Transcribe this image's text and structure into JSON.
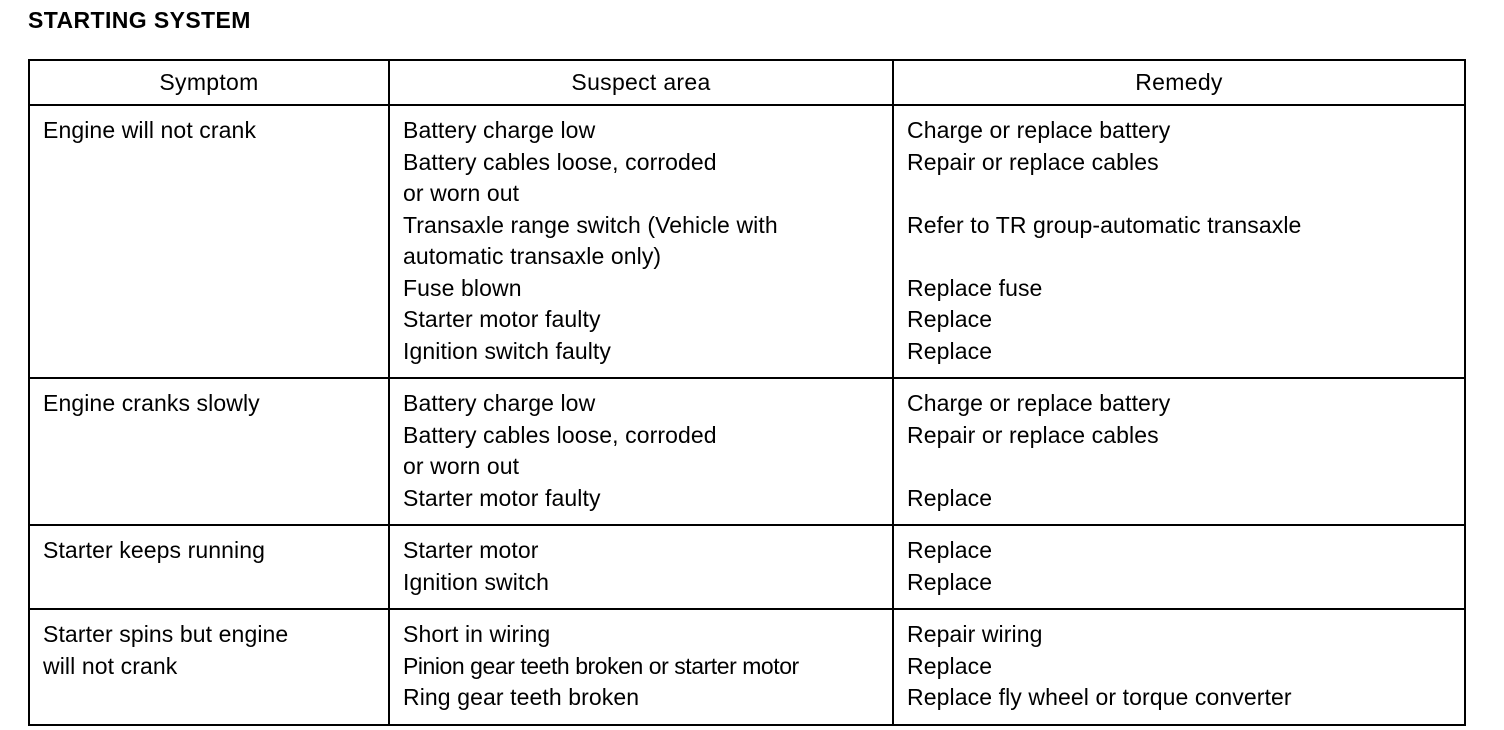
{
  "document": {
    "section_title": "STARTING SYSTEM"
  },
  "table": {
    "headers": {
      "symptom": "Symptom",
      "suspect": "Suspect area",
      "remedy": "Remedy"
    },
    "rows": [
      {
        "symptom": [
          "Engine will not crank"
        ],
        "suspect": [
          "Battery charge low",
          "Battery cables loose, corroded",
          "or worn out",
          "Transaxle range switch (Vehicle with",
          "automatic transaxle only)",
          "Fuse blown",
          "Starter motor faulty",
          "Ignition switch faulty"
        ],
        "remedy": [
          "Charge or replace battery",
          "Repair or replace cables",
          "",
          "Refer to TR group-automatic transaxle",
          "",
          "Replace fuse",
          "Replace",
          "Replace"
        ]
      },
      {
        "symptom": [
          "Engine cranks slowly"
        ],
        "suspect": [
          "Battery charge low",
          "Battery cables loose, corroded",
          "or worn out",
          "Starter motor faulty"
        ],
        "remedy": [
          "Charge or replace battery",
          "Repair or replace cables",
          "",
          "Replace"
        ]
      },
      {
        "symptom": [
          "Starter keeps running"
        ],
        "suspect": [
          "Starter motor",
          "Ignition switch"
        ],
        "remedy": [
          "Replace",
          "Replace"
        ]
      },
      {
        "symptom": [
          "Starter spins but engine",
          "will not crank"
        ],
        "suspect": [
          "Short in wiring",
          "Pinion gear teeth broken or starter motor",
          "Ring gear teeth broken"
        ],
        "remedy": [
          "Repair wiring",
          "Replace",
          "Replace fly wheel or torque converter"
        ]
      }
    ]
  },
  "colors": {
    "ink": "#000000",
    "paper": "#ffffff"
  }
}
